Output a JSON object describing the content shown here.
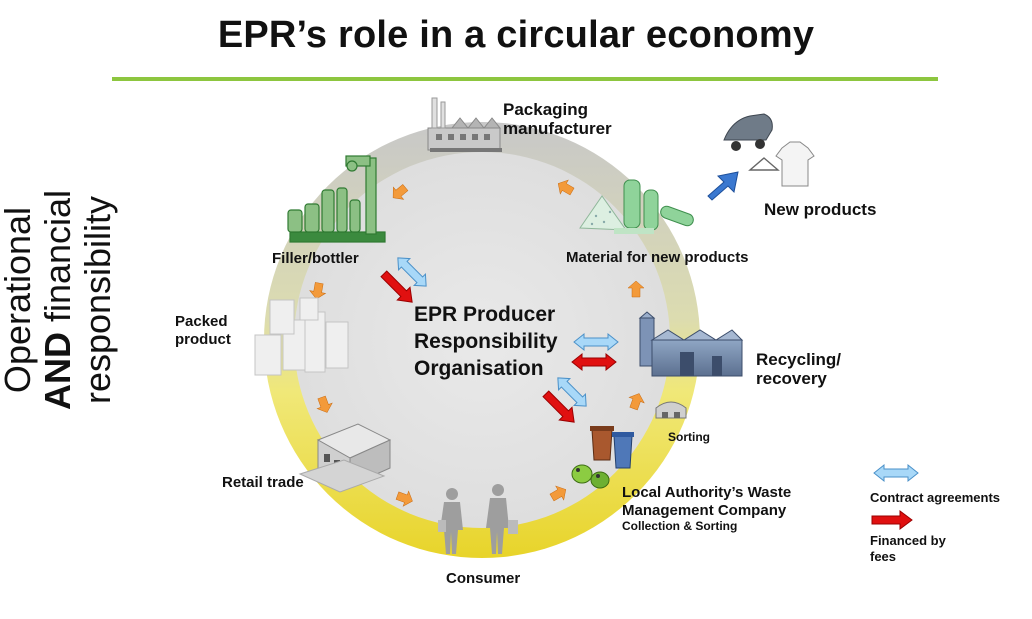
{
  "title": "EPR’s role in a circular economy",
  "side_text": {
    "line1": "Operational",
    "line2_bold": "AND",
    "line2_rest": " financial",
    "line3": "responsibility"
  },
  "center": {
    "line1": "EPR Producer",
    "line2": "Responsibility",
    "line3": "Organisation"
  },
  "nodes": {
    "packaging_manufacturer": [
      "Packaging",
      "manufacturer"
    ],
    "filler_bottler": "Filler/bottler",
    "packed_product": [
      "Packed",
      "product"
    ],
    "retail_trade": "Retail trade",
    "consumer": "Consumer",
    "local_authority": [
      "Local Authority’s Waste",
      "Management Company"
    ],
    "collection_sorting": "Collection & Sorting",
    "sorting": "Sorting",
    "recycling": [
      "Recycling/",
      "recovery"
    ],
    "material": "Material for new products",
    "new_products": "New products"
  },
  "legend": {
    "contract": "Contract agreements",
    "financed": [
      "Financed by",
      "fees"
    ]
  },
  "colors": {
    "accent_rule": "#8dc63f",
    "ring_grey": "#cfcfcf",
    "ring_yellow": "#f2e65a",
    "contract_arrow": "#9fd3f5",
    "fee_arrow": "#e01010",
    "flow_arrow": "#f39a3a",
    "new_products_arrow": "#3a78d0"
  }
}
